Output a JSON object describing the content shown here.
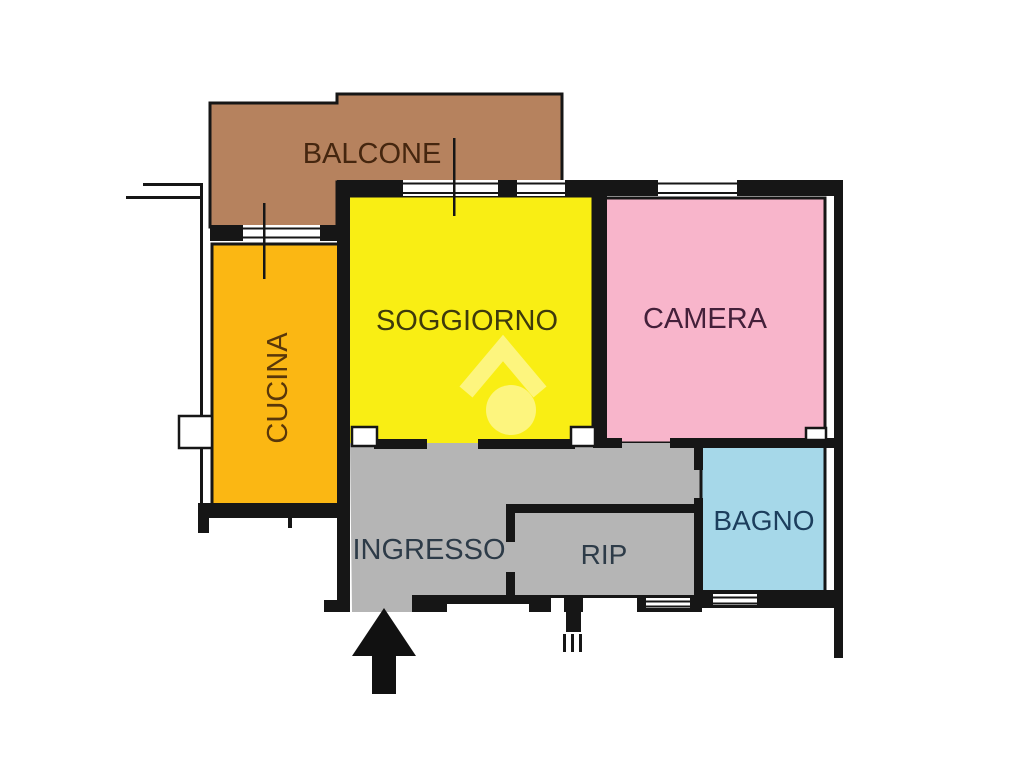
{
  "page": {
    "background": "#ffffff"
  },
  "floorplan": {
    "kind": "apartment-floor-plan",
    "wall_color": "#161616",
    "watermark_color": "#fdf57e",
    "rooms": {
      "balcone": {
        "label": "BALCONE",
        "fill": "#b6825e",
        "text_color": "#45260f"
      },
      "cucina": {
        "label": "CUCINA",
        "fill": "#fbb713",
        "text_color": "#59370a"
      },
      "soggiorno": {
        "label": "SOGGIORNO",
        "fill": "#f9ee14",
        "text_color": "#3e3a0c"
      },
      "camera": {
        "label": "CAMERA",
        "fill": "#f8b5cb",
        "text_color": "#44203a"
      },
      "ingresso": {
        "label": "INGRESSO",
        "fill": "#b5b5b5",
        "text_color": "#2d3b48"
      },
      "rip": {
        "label": "RIP",
        "fill": "#b5b5b5",
        "text_color": "#2d3b48"
      },
      "bagno": {
        "label": "BAGNO",
        "fill": "#a6d8e9",
        "text_color": "#1c3e5d"
      }
    },
    "entrance": {
      "symbol": "arrow-up",
      "color": "#111111"
    }
  }
}
